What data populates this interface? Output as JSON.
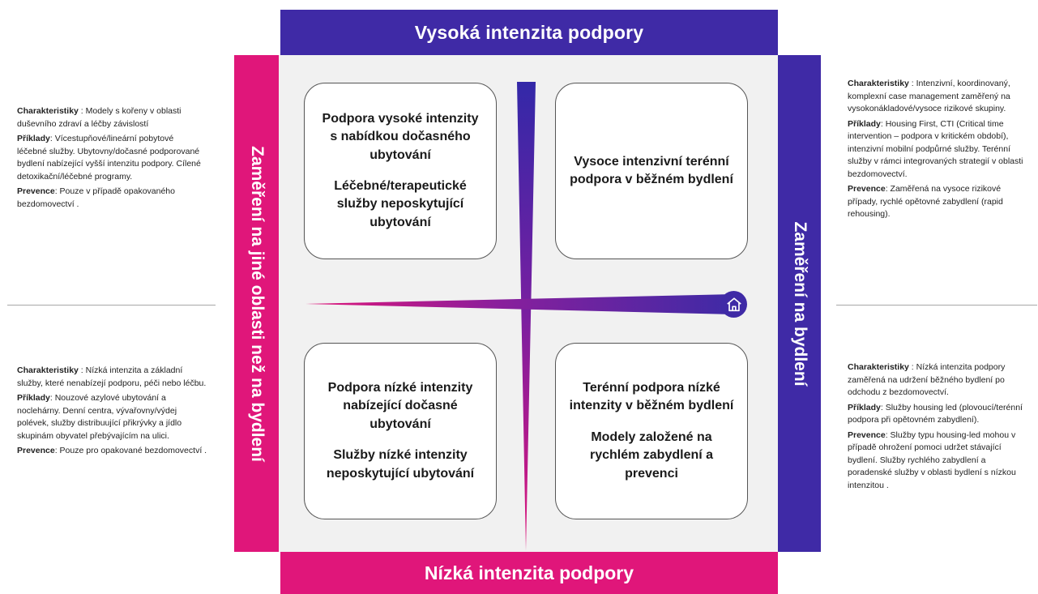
{
  "axis_labels": {
    "top": "Vysoká intenzita  podpory",
    "bottom": "Nízká intenzita  podpory",
    "left": "Zaměření na jiné oblasti než na bydlení",
    "right": "Zaměření na bydlení"
  },
  "quadrants": {
    "top_left": {
      "line1": "Podpora vysoké intenzity s nabídkou dočasného ubytování",
      "line2": "Léčebné/terapeutické služby neposkytující ubytování"
    },
    "top_right": {
      "line1": "Vysoce intenzivní terénní podpora v běžném bydlení",
      "line2": ""
    },
    "bottom_left": {
      "line1": "Podpora nízké intenzity nabízející dočasné ubytování",
      "line2": "Služby nízké intenzity neposkytující ubytování"
    },
    "bottom_right": {
      "line1": "Terénní podpora nízké intenzity v běžném bydlení",
      "line2": "Modely založené na rychlém zabydlení a prevenci"
    }
  },
  "side_notes": {
    "top_left": {
      "char_label": "Charakteristiky",
      "char_text": " : Modely s kořeny v oblasti duševního zdraví a léčby závislostí",
      "ex_label": "Příklady",
      "ex_text": ": Vícestupňové/lineární pobytové léčebné služby. Ubytovny/dočasné podporované bydlení nabízející vyšší intenzitu podpory. Cílené detoxikační/léčebné programy.",
      "prev_label": "Prevence",
      "prev_text": ": Pouze v případě opakovaného bezdomovectví ."
    },
    "bottom_left": {
      "char_label": "Charakteristiky",
      "char_text": " : Nízká intenzita a základní služby, které nenabízejí podporu, péči nebo léčbu.",
      "ex_label": "Příklady",
      "ex_text": ": Nouzové azylové ubytování a noclehárny. Denní centra, vývařovny/výdej polévek, služby distribuující přikrývky a jídlo skupinám obyvatel přebývajícím na ulici.",
      "prev_label": "Prevence",
      "prev_text": ": Pouze pro opakované bezdomovectví ."
    },
    "top_right": {
      "char_label": "Charakteristiky",
      "char_text": " : Intenzivní, koordinovaný, komplexní case management zaměřený na vysokonákladové/vysoce rizikové skupiny.",
      "ex_label": "Příklady",
      "ex_text": ": Housing First, CTI (Critical time intervention   – podpora v kritickém období), intenzivní mobilní podpůrné služby. Terénní služby v rámci integrovaných strategií v oblasti bezdomovectví.",
      "prev_label": "Prevence",
      "prev_text": ": Zaměřená na vysoce rizikové případy, rychlé opětovné zabydlení (rapid rehousing)."
    },
    "bottom_right": {
      "char_label": "Charakteristiky",
      "char_text": " : Nízká intenzita podpory zaměřená na udržení běžného bydlení po odchodu z bezdomovectví.",
      "ex_label": "Příklady",
      "ex_text": ": Služby housing led (plovoucí/terénní podpora při opětovném zabydlení).",
      "prev_label": "Prevence",
      "prev_text": ": Služby typu housing-led mohou v případě ohrožení pomoci udržet stávající bydlení. Služby rychlého zabydlení a poradenské služby v oblasti bydlení s nízkou intenzitou ."
    }
  },
  "icons": {
    "center_marker": "house-icon"
  },
  "colors": {
    "high_intensity": "#3f2aa6",
    "other_focus": "#e0167a",
    "panel": "#f1f1f1"
  }
}
